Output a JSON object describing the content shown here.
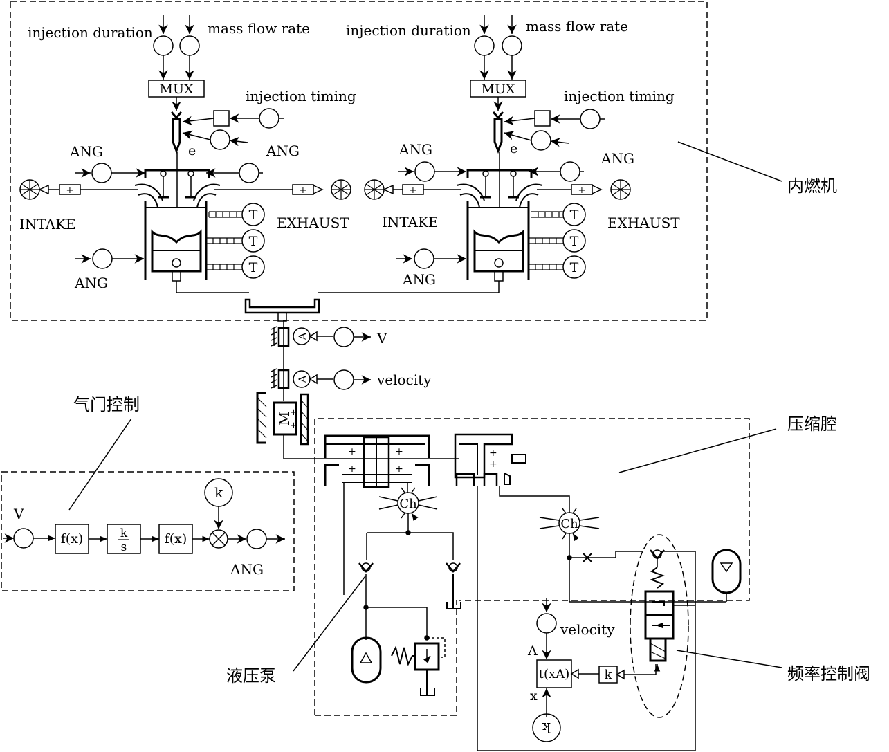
{
  "engine": {
    "label_cn": "内燃机",
    "left": {
      "injection_duration": "injection duration",
      "mass_flow_rate": "mass flow rate",
      "mux": "MUX",
      "injection_timing": "injection timing",
      "e": "e",
      "ang_top_left": "ANG",
      "ang_top_right": "ANG",
      "ang_bottom": "ANG",
      "intake": "INTAKE",
      "exhaust": "EXHAUST",
      "t": "T"
    },
    "right": {
      "injection_duration": "injection duration",
      "mass_flow_rate": "mass flow rate",
      "mux": "MUX",
      "injection_timing": "injection timing",
      "e": "e",
      "ang_top_left": "ANG",
      "ang_top_right": "ANG",
      "ang_bottom": "ANG",
      "intake": "INTAKE",
      "exhaust": "EXHAUST",
      "t": "T"
    }
  },
  "shaft": {
    "sensor_a": "A",
    "out_v": "V",
    "out_velocity": "velocity",
    "motor": "M",
    "plus": "+"
  },
  "valve_control": {
    "label_cn": "气门控制",
    "input": "V",
    "fx1": "f(x)",
    "integrator_num": "k",
    "integrator_den": "s",
    "fx2": "f(x)",
    "gain": "k",
    "output": "ANG"
  },
  "compression": {
    "label_cn": "压缩腔",
    "chamber": "Ch",
    "plus": "+"
  },
  "pump": {
    "label_cn": "液压泵"
  },
  "freq_valve": {
    "label_cn": "频率控制阀",
    "velocity": "velocity",
    "a": "A",
    "x": "x",
    "txa": "t(xA)",
    "k": "k",
    "k_source": "k"
  }
}
